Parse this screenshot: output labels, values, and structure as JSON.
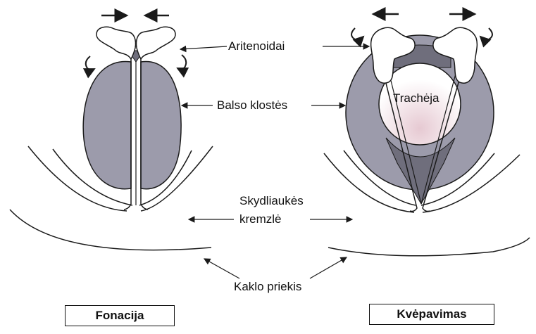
{
  "labels": {
    "aritenoidai": "Aritenoidai",
    "balso_klostes": "Balso klostės",
    "tracheja": "Trachėja",
    "skydliaukes_line1": "Skydliaukės",
    "skydliaukes_line2": "kremzlė",
    "kaklo_priekis": "Kaklo priekis"
  },
  "captions": {
    "left": "Fonacija",
    "right": "Kvėpavimas"
  },
  "colors": {
    "fold_fill": "#9c9bab",
    "dark_fill": "#6f6e7c",
    "cartilage_fill": "#ffffff",
    "stroke": "#1a1a1a"
  }
}
